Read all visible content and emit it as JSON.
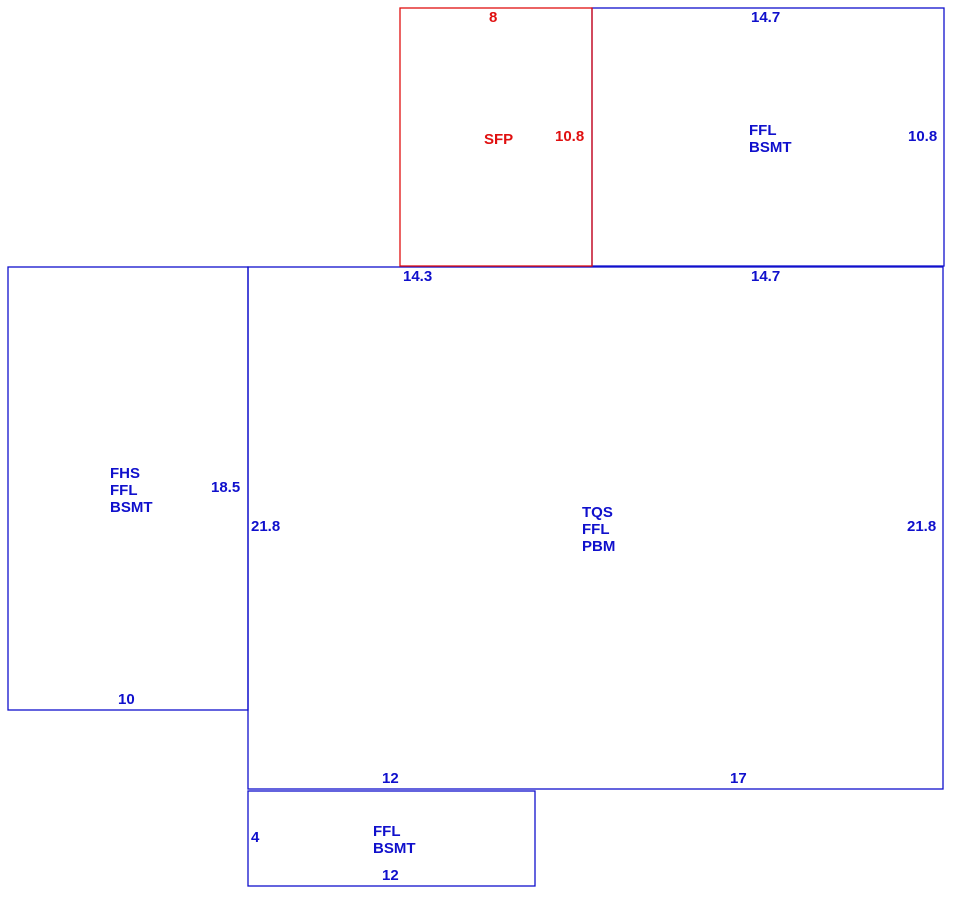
{
  "colors": {
    "primary": "#1010cc",
    "secondary": "#e01010",
    "background": "#ffffff"
  },
  "sections": {
    "sfp": {
      "label_lines": [
        "SFP"
      ],
      "dims": [
        "8",
        "10.8"
      ]
    },
    "upper_right": {
      "label_lines": [
        "FFL",
        "BSMT"
      ],
      "dims": [
        "14.7",
        "10.8"
      ]
    },
    "left_wing": {
      "label_lines": [
        "FHS",
        "FFL",
        "BSMT"
      ],
      "dims": [
        "18.5",
        "10"
      ]
    },
    "main": {
      "label_lines": [
        "TQS",
        "FFL",
        "PBM"
      ],
      "dims": [
        "14.3",
        "14.7",
        "21.8",
        "21.8",
        "12",
        "17"
      ]
    },
    "bottom_bump": {
      "label_lines": [
        "FFL",
        "BSMT"
      ],
      "dims": [
        "4",
        "12"
      ]
    }
  }
}
